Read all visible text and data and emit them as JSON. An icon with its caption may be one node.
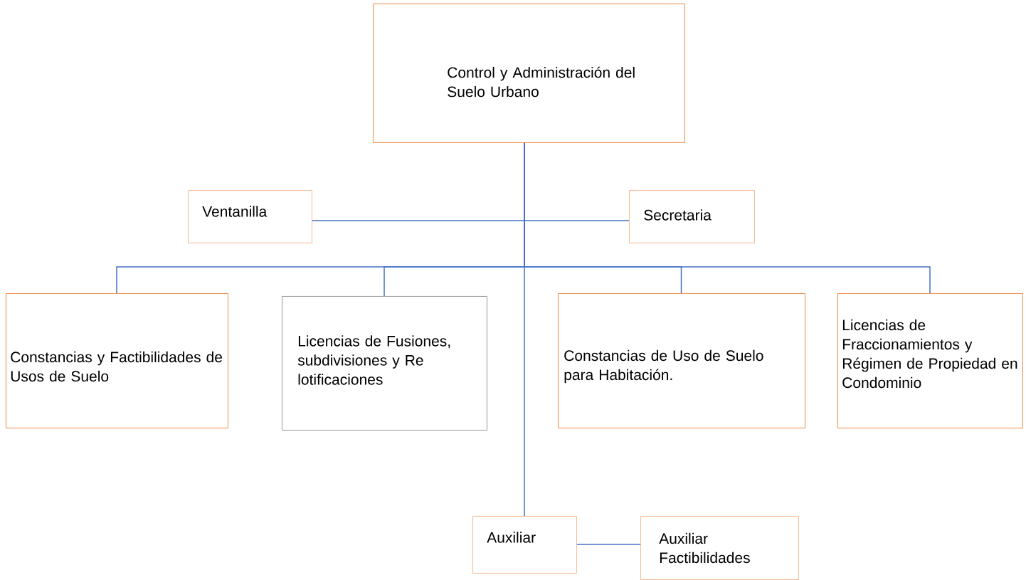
{
  "diagram": {
    "nodes": [
      {
        "text": [
          "Control y Administración del Suelo Urbano"
        ]
      },
      {
        "text": [
          "Ventanilla"
        ]
      },
      {
        "text": [
          "Secretaria"
        ]
      },
      {
        "text": [
          "Constancias y Factibilidades de Usos de Suelo"
        ]
      },
      {
        "text": [
          "Licencias de Fusiones, subdivisiones y Re lotificaciones"
        ]
      },
      {
        "text": [
          "Constancias de Uso de Suelo para Habitación."
        ]
      },
      {
        "text": [
          "Licencias de Fraccionamientos y Régimen de Propiedad en Condominio"
        ]
      },
      {
        "text": [
          "Auxiliar"
        ]
      },
      {
        "text": [
          "Auxiliar Factibilidades"
        ]
      }
    ],
    "edges": [
      {
        "from": 0,
        "to": 1,
        "arrow": "none"
      },
      {
        "from": 0,
        "to": 2,
        "arrow": "none"
      },
      {
        "from": 0,
        "to": 3,
        "arrow": "none"
      },
      {
        "from": 0,
        "to": 4,
        "arrow": "none"
      },
      {
        "from": 0,
        "to": 5,
        "arrow": "none"
      },
      {
        "from": 0,
        "to": 6,
        "arrow": "none"
      },
      {
        "from": 0,
        "to": 7,
        "arrow": "none"
      },
      {
        "from": 7,
        "to": 8,
        "arrow": "none"
      }
    ]
  }
}
